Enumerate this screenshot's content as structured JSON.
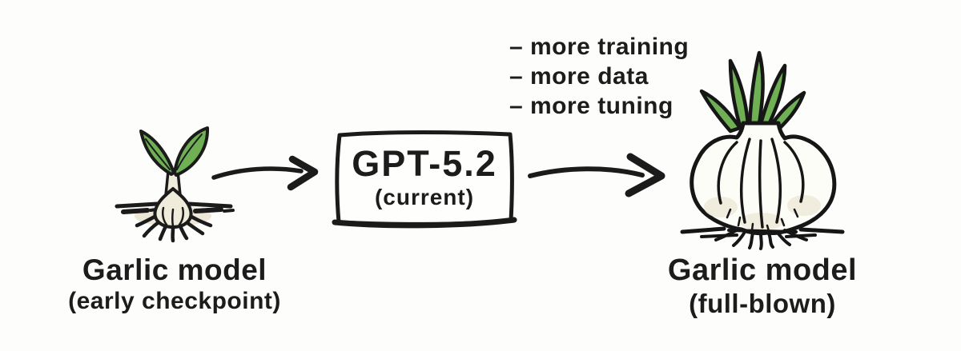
{
  "stages": {
    "early": {
      "title": "Garlic model",
      "subtitle": "(early checkpoint)"
    },
    "current": {
      "title": "GPT-5.2",
      "subtitle": "(current)"
    },
    "full": {
      "title": "Garlic model",
      "subtitle": "(full-blown)"
    }
  },
  "improvements": {
    "bullet": "–",
    "items": [
      "more training",
      "more data",
      "more tuning"
    ]
  },
  "icons": {
    "left_illustration": "garlic-sprout",
    "right_illustration": "garlic-bulb",
    "connector_1": "arrow-right",
    "connector_2": "arrow-right"
  },
  "colors": {
    "ink": "#1b1b1b",
    "leaf_green": "#6fb055",
    "bulb_cream": "#efead9",
    "background": "#fdfdfc"
  }
}
